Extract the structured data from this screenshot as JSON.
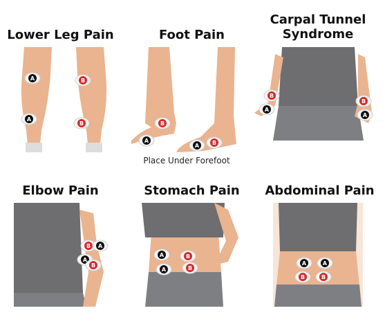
{
  "colors": {
    "skin": "#E9B48F",
    "skin_shade": "#D29A75",
    "top": "#6E6E70",
    "top_dark": "#5A5A5C",
    "shorts": "#7E7F83",
    "electrode_a": "#111111",
    "electrode_b": "#D22B2B",
    "pad": "#F4F4F4"
  },
  "electrode_labels": {
    "a": "A",
    "b": "B"
  },
  "panels": [
    {
      "title": "Lower Leg Pain"
    },
    {
      "title": "Foot Pain",
      "caption": "Place Under Forefoot"
    },
    {
      "title": "Carpal Tunnel\nSyndrome"
    },
    {
      "title": "Elbow Pain"
    },
    {
      "title": "Stomach Pain"
    },
    {
      "title": "Abdominal Pain"
    }
  ]
}
